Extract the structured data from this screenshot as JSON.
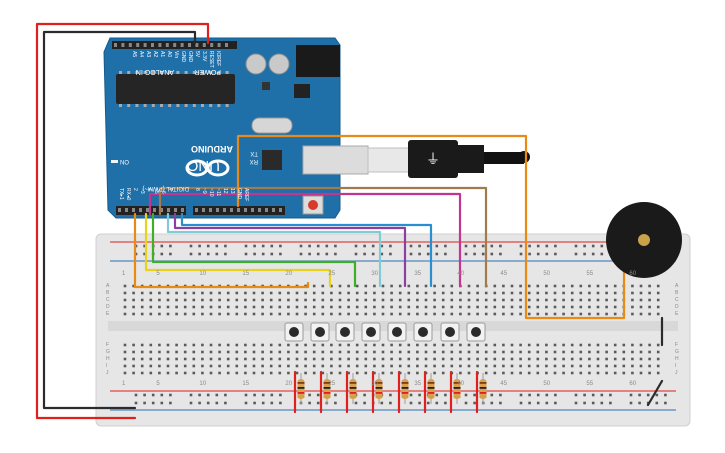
{
  "arduino": {
    "model_logo": "UNO",
    "brand": "ARDUINO",
    "on_label": "ON",
    "tx_label": "TX",
    "rx_label": "RX",
    "l_label": "L",
    "power_header_label": "POWER",
    "power_pins": [
      "IOREF",
      "RESET",
      "3.3V",
      "5V",
      "GND",
      "GND",
      "Vin"
    ],
    "analog_header_label": "ANALOG IN",
    "analog_pins": [
      "A0",
      "A1",
      "A2",
      "A3",
      "A4",
      "A5"
    ],
    "digital_header_label": "DIGITAL (PWM~)",
    "digital_pins": [
      "TX▸1",
      "RX◂0",
      "2",
      "~3",
      "4",
      "~5",
      "~6",
      "7",
      "8",
      "~9",
      "~10",
      "~11",
      "12",
      "13",
      "GND",
      "AREF"
    ],
    "board_color": "#1f6fa8"
  },
  "breadboard": {
    "top_columns": [
      "1",
      "5",
      "10",
      "15",
      "20",
      "25",
      "30",
      "35",
      "40",
      "45",
      "50",
      "55",
      "60"
    ],
    "row_letters_top": [
      "A",
      "B",
      "C",
      "D",
      "E"
    ],
    "row_letters_bottom": [
      "F",
      "G",
      "H",
      "I",
      "J"
    ],
    "pushbutton_count": 8,
    "resistor_count": 8
  },
  "buzzer": {
    "kind": "piezo",
    "color": "#1a1a1a"
  },
  "wire_colors": {
    "red": "#e0201c",
    "black": "#2b2b2b",
    "orange": "#e98a17",
    "yellow": "#e8d21c",
    "green": "#3fae29",
    "cyan": "#7fcbd6",
    "purple": "#8c3fa0",
    "blue": "#2a8fd0",
    "magenta": "#c2368f",
    "brown": "#a47a4c"
  }
}
